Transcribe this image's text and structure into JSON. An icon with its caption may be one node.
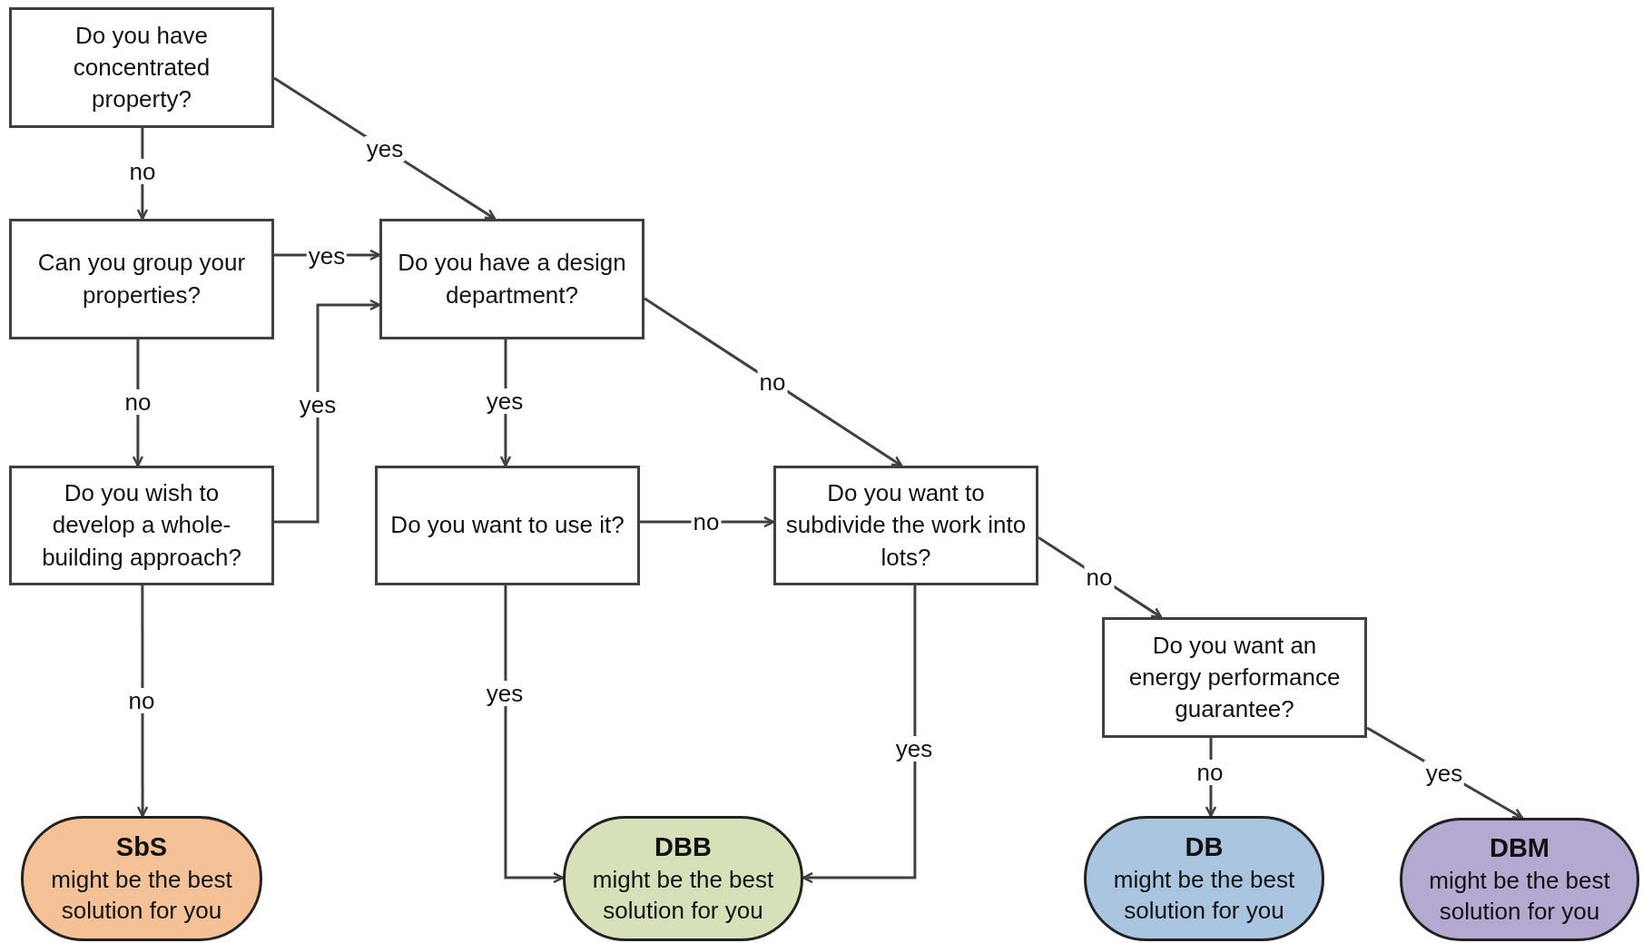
{
  "diagram": {
    "nodes": [
      {
        "text": [
          "Do you have concentrated property?"
        ]
      },
      {
        "text": [
          "Can you group your properties?"
        ]
      },
      {
        "text": [
          "Do you have a design department?"
        ]
      },
      {
        "text": [
          "Do you wish to develop a whole-building approach?"
        ]
      },
      {
        "text": [
          "Do you want to use it?"
        ]
      },
      {
        "text": [
          "Do you want to subdivide the work into lots?"
        ]
      },
      {
        "text": [
          "Do you want an energy performance guarantee?"
        ]
      },
      {
        "text": [
          "SbS",
          "might be the best solution for you"
        ]
      },
      {
        "text": [
          "DBB",
          "might be the best solution for you"
        ]
      },
      {
        "text": [
          "DB",
          "might be the best solution for you"
        ]
      },
      {
        "text": [
          "DBM",
          "might be the best solution for you"
        ]
      }
    ],
    "edges": [
      {
        "from": 0,
        "to": 1,
        "arrow": "to",
        "label": "no"
      },
      {
        "from": 0,
        "to": 2,
        "arrow": "to",
        "label": "yes"
      },
      {
        "from": 1,
        "to": 2,
        "arrow": "to",
        "label": "yes"
      },
      {
        "from": 1,
        "to": 3,
        "arrow": "to",
        "label": "no"
      },
      {
        "from": 3,
        "to": 2,
        "arrow": "to",
        "label": "yes"
      },
      {
        "from": 2,
        "to": 4,
        "arrow": "to",
        "label": "yes"
      },
      {
        "from": 2,
        "to": 5,
        "arrow": "to",
        "label": "no"
      },
      {
        "from": 4,
        "to": 5,
        "arrow": "to",
        "label": "no"
      },
      {
        "from": 4,
        "to": 8,
        "arrow": "to",
        "label": "yes"
      },
      {
        "from": 5,
        "to": 8,
        "arrow": "to",
        "label": "yes"
      },
      {
        "from": 5,
        "to": 6,
        "arrow": "to",
        "label": "no"
      },
      {
        "from": 6,
        "to": 9,
        "arrow": "to",
        "label": "no"
      },
      {
        "from": 6,
        "to": 10,
        "arrow": "to",
        "label": "yes"
      },
      {
        "from": 3,
        "to": 7,
        "arrow": "to",
        "label": "no"
      }
    ]
  }
}
